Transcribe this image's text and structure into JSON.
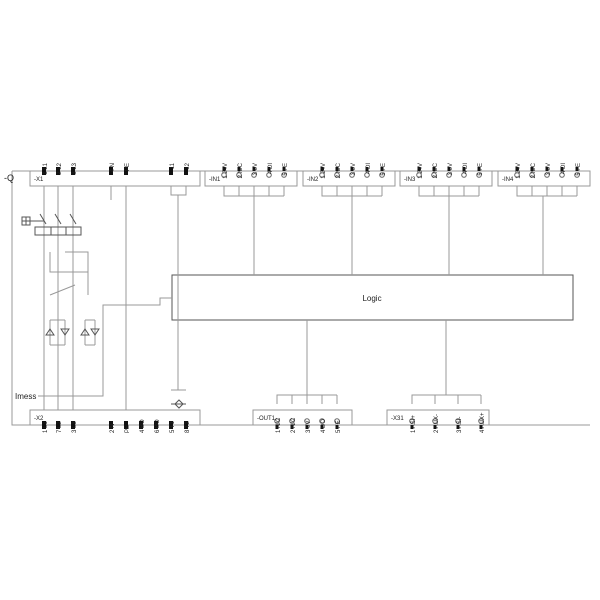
{
  "device_label": "-Q",
  "logic_label": "Logic",
  "imess_label": "Imess",
  "x1": {
    "label": "-X1",
    "terminals": [
      "1 L1",
      "2 L2",
      "3 L3",
      "4 N",
      "PE",
      "11",
      "12"
    ]
  },
  "x2": {
    "label": "-X2",
    "terminals": [
      "1 L1",
      "7 L2",
      "3 L3",
      "2 N",
      "PE",
      "4 BO",
      "6 BO",
      "5 T1",
      "8 T2"
    ]
  },
  "inputs": [
    {
      "label": "-IN1",
      "terminals": [
        "1 24V",
        "2 N/C",
        "3 0V",
        "4 DI",
        "5 FE"
      ]
    },
    {
      "label": "-IN2",
      "terminals": [
        "1 24V",
        "2 N/C",
        "3 0V",
        "4 DI",
        "5 FE"
      ]
    },
    {
      "label": "-IN3",
      "terminals": [
        "1 24V",
        "2 N/C",
        "3 0V",
        "4 DI",
        "5 FE"
      ]
    },
    {
      "label": "-IN4",
      "terminals": [
        "1 24V",
        "2 N/C",
        "3 0V",
        "4 DI",
        "5 FE"
      ]
    }
  ],
  "out1": {
    "label": "-OUT1",
    "terminals": [
      "1 N/C",
      "2 N/C",
      "3 0V",
      "4 DO",
      "5 FE"
    ]
  },
  "x31": {
    "label": "-X31",
    "terminals": [
      "1 ASI+",
      "2 AUX-",
      "3 ASI-",
      "4 AUX+"
    ]
  }
}
